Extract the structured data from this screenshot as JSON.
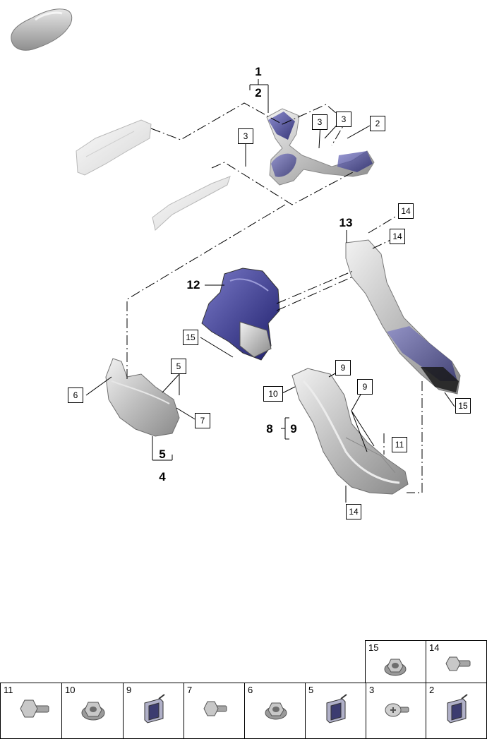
{
  "callouts": {
    "c1": "1",
    "c2_bold": "2",
    "c3a": "3",
    "c3b": "3",
    "c3c": "3",
    "c2_box": "2",
    "c14a": "14",
    "c14b": "14",
    "c14c": "14",
    "c13": "13",
    "c12": "12",
    "c15a": "15",
    "c15b": "15",
    "c5_box": "5",
    "c6": "6",
    "c7": "7",
    "c5_bold": "5",
    "c4": "4",
    "c9a": "9",
    "c9b": "9",
    "c9_bold": "9",
    "c10": "10",
    "c8": "8",
    "c11": "11"
  },
  "legend": {
    "top_row": [
      {
        "num": "15",
        "icon": "hex-nut-flange-icon"
      },
      {
        "num": "14",
        "icon": "hex-bolt-icon"
      }
    ],
    "bottom_row": [
      {
        "num": "11",
        "icon": "hex-bolt-icon"
      },
      {
        "num": "10",
        "icon": "hex-nut-flange-icon"
      },
      {
        "num": "9",
        "icon": "spring-clip-icon"
      },
      {
        "num": "7",
        "icon": "hex-bolt-icon"
      },
      {
        "num": "6",
        "icon": "hex-nut-flange-icon"
      },
      {
        "num": "5",
        "icon": "spring-clip-icon"
      },
      {
        "num": "3",
        "icon": "torx-screw-icon"
      },
      {
        "num": "2",
        "icon": "spring-clip-icon"
      }
    ]
  },
  "vehicle_icon": "car-silhouette-icon"
}
